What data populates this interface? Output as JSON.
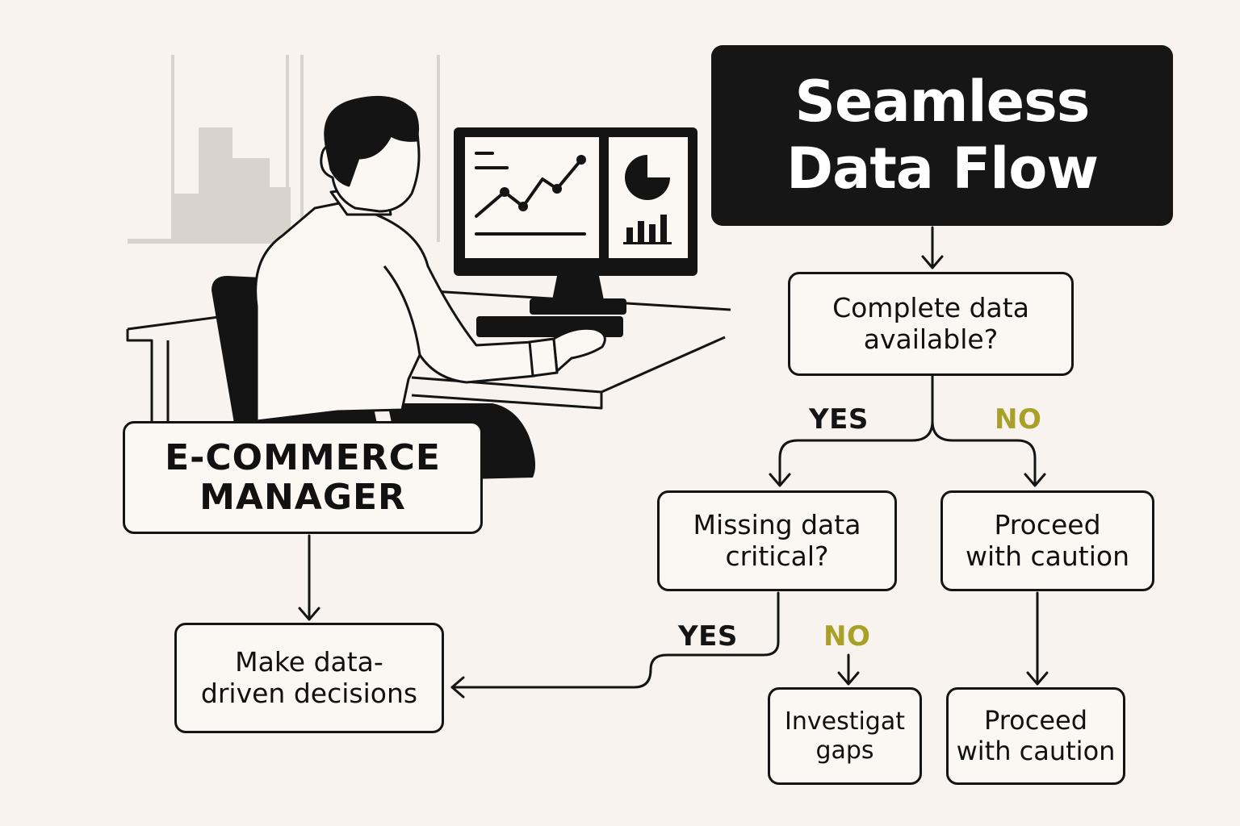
{
  "diagram": {
    "title": "Seamless\nData Flow",
    "role": "E-COMMERCE\nMANAGER",
    "nodes": {
      "complete": "Complete data\navailable?",
      "missing": "Missing data\ncritical?",
      "proceed_1": "Proceed\nwith caution",
      "decide": "Make data-\ndriven decisions",
      "investigate": "Investigat\ngaps",
      "proceed_2": "Proceed\nwith caution"
    },
    "edge_labels": {
      "complete_yes": "YES",
      "complete_no": "NO",
      "missing_yes": "YES",
      "missing_no": "NO"
    }
  },
  "colors": {
    "background": "#f8f3ee",
    "ink": "#141414",
    "no_label": "#a9a028",
    "title_fill": "#161616"
  },
  "icons": [
    "person-at-desk-illustration",
    "line-chart-icon",
    "pie-chart-icon",
    "bar-chart-icon"
  ]
}
